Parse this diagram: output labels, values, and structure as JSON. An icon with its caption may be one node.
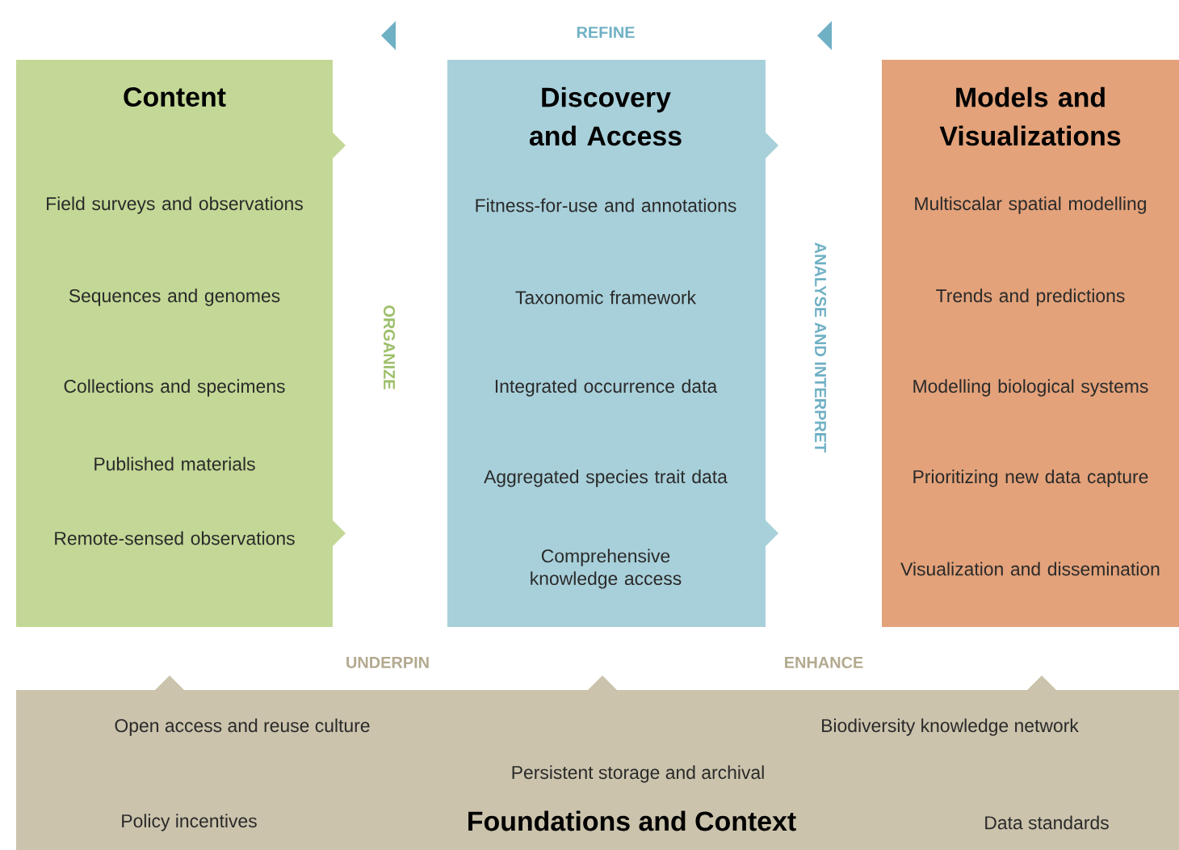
{
  "diagram": {
    "nodes": [
      {
        "text": [
          "Content",
          "Field surveys and observations",
          "Sequences and genomes",
          "Collections and specimens",
          "Published materials",
          "Remote-sensed observations"
        ]
      },
      {
        "text": [
          "Discovery and Access",
          "Fitness-for-use and annotations",
          "Taxonomic framework",
          "Integrated occurrence data",
          "Aggregated species trait data",
          "Comprehensive knowledge access"
        ]
      },
      {
        "text": [
          "Models and Visualizations",
          "Multiscalar spatial modelling",
          "Trends and predictions",
          "Modelling biological systems",
          "Prioritizing new data capture",
          "Visualization and dissemination"
        ]
      },
      {
        "text": [
          "Open access and reuse culture",
          "Biodiversity knowledge network",
          "Persistent storage and archival",
          "Policy incentives",
          "Foundations and Context",
          "Data standards"
        ]
      }
    ],
    "labels": [
      "REFINE",
      "ORGANIZE",
      "ANALYSE AND INTERPRET",
      "UNDERPIN",
      "ENHANCE"
    ]
  }
}
